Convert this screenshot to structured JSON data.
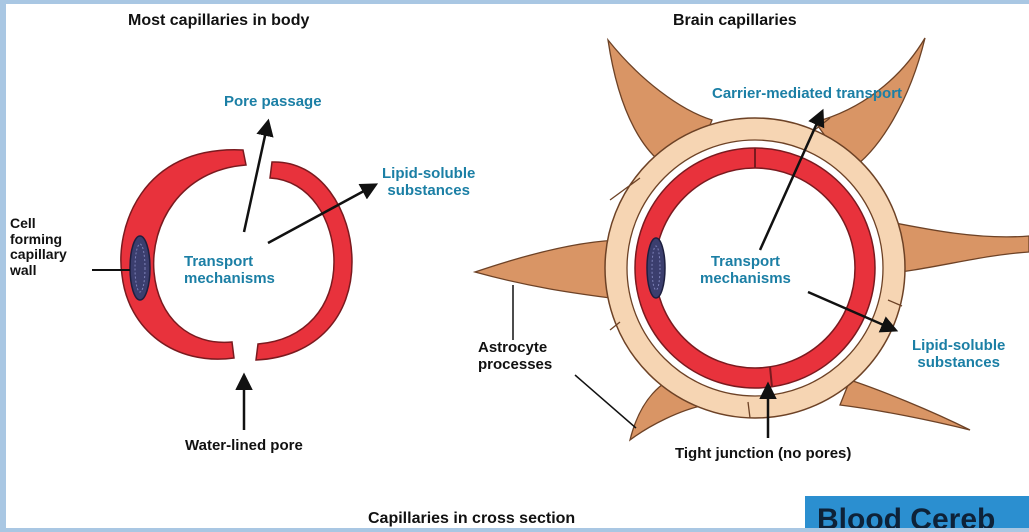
{
  "titles": {
    "left": "Most capillaries in body",
    "right": "Brain capillaries",
    "bottom": "Capillaries in cross section"
  },
  "left_labels": {
    "pore_passage": "Pore passage",
    "lipid_soluble": [
      "Lipid-soluble",
      "substances"
    ],
    "transport": [
      "Transport",
      "mechanisms"
    ],
    "cell_wall": [
      "Cell",
      "forming",
      "capillary",
      "wall"
    ],
    "water_pore": "Water-lined pore"
  },
  "right_labels": {
    "carrier": "Carrier-mediated transport",
    "transport": [
      "Transport",
      "mechanisms"
    ],
    "lipid_soluble": [
      "Lipid-soluble",
      "substances"
    ],
    "astrocyte": [
      "Astrocyte",
      "processes"
    ],
    "tight_junction": "Tight junction (no pores)"
  },
  "banner_text": "Blood Cereb",
  "colors": {
    "capillary_red": "#e8323c",
    "astrocyte_tan": "#d99565",
    "astrocyte_light": "#f6d5b3",
    "nucleus": "#3b3e6e",
    "label_teal": "#1b7fa5",
    "banner_blue": "#2b8fd0"
  }
}
